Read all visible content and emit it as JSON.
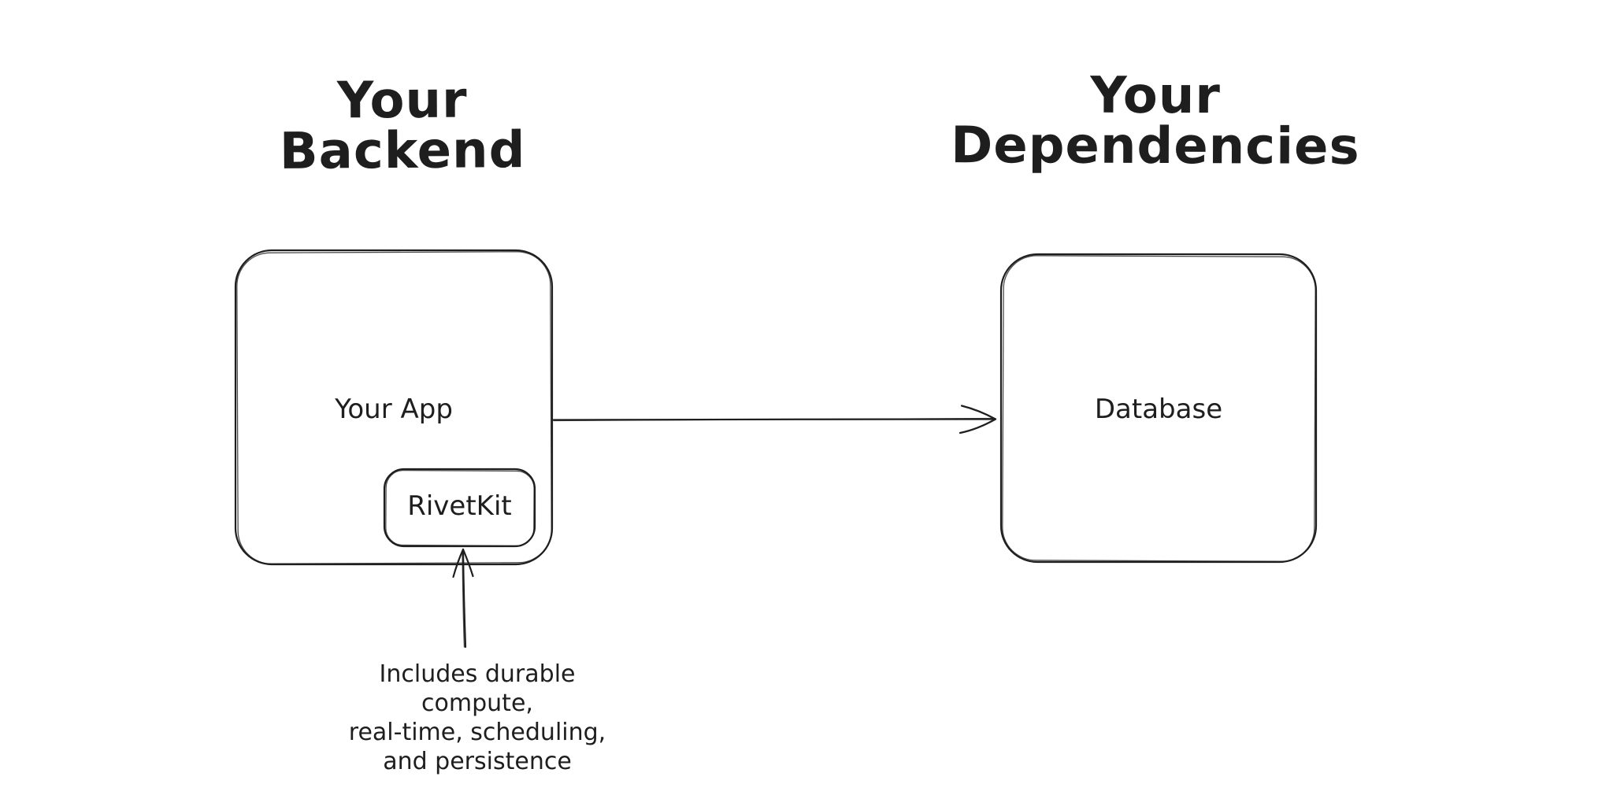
{
  "page": {
    "ink": "#1e1e1e",
    "background": "#ffffff"
  },
  "titles": {
    "backend": "Your Backend",
    "dependencies": "Your Dependencies"
  },
  "nodes": {
    "app": {
      "label": "Your App"
    },
    "rivetkit": {
      "label": "RivetKit"
    },
    "database": {
      "label": "Database"
    }
  },
  "annotation": {
    "text": "Includes durable compute,\nreal-time, scheduling,\nand persistence"
  },
  "edges": [
    {
      "from": "app",
      "to": "database",
      "style": "arrow"
    },
    {
      "from": "annotation",
      "to": "rivetkit",
      "style": "arrow"
    }
  ]
}
